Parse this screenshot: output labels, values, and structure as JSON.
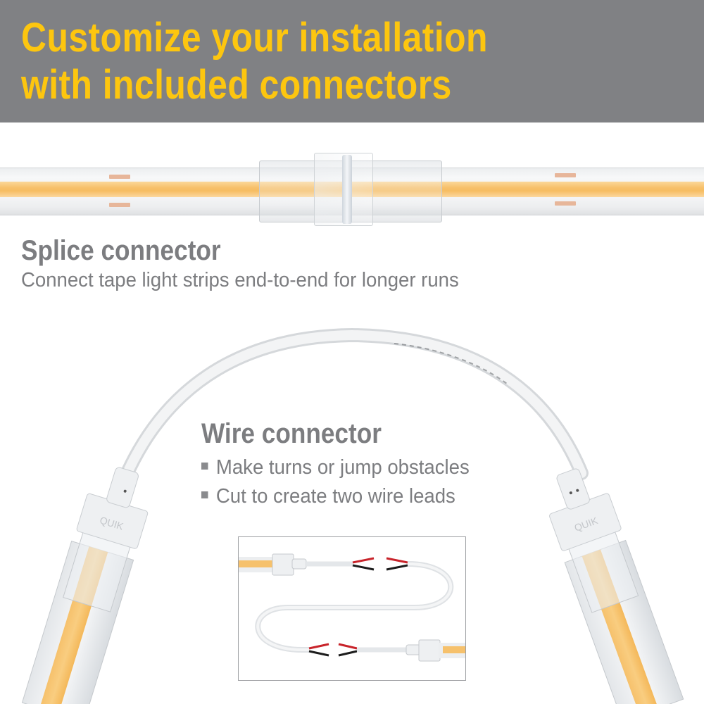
{
  "header": {
    "line1": "Customize your installation",
    "line2": "with included connectors",
    "background_color": "#808184",
    "text_color": "#fdc60f"
  },
  "splice": {
    "title": "Splice connector",
    "description": "Connect tape light strips end-to-end for longer runs",
    "image": "splice-connector-joining-two-led-strips"
  },
  "wire": {
    "title": "Wire connector",
    "bullets": [
      "Make turns or jump obstacles",
      "Cut to create two wire leads"
    ],
    "image": "wire-connector-arc-with-two-strip-ends",
    "connector_label": "QUIK",
    "inset": {
      "image": "wire-connector-cut-into-two-leads-diagram"
    }
  },
  "colors": {
    "text_gray": "#7c7d80",
    "led_glow": "#f7c06a",
    "wire_red": "#c8232a",
    "wire_black": "#1c1c1c"
  }
}
